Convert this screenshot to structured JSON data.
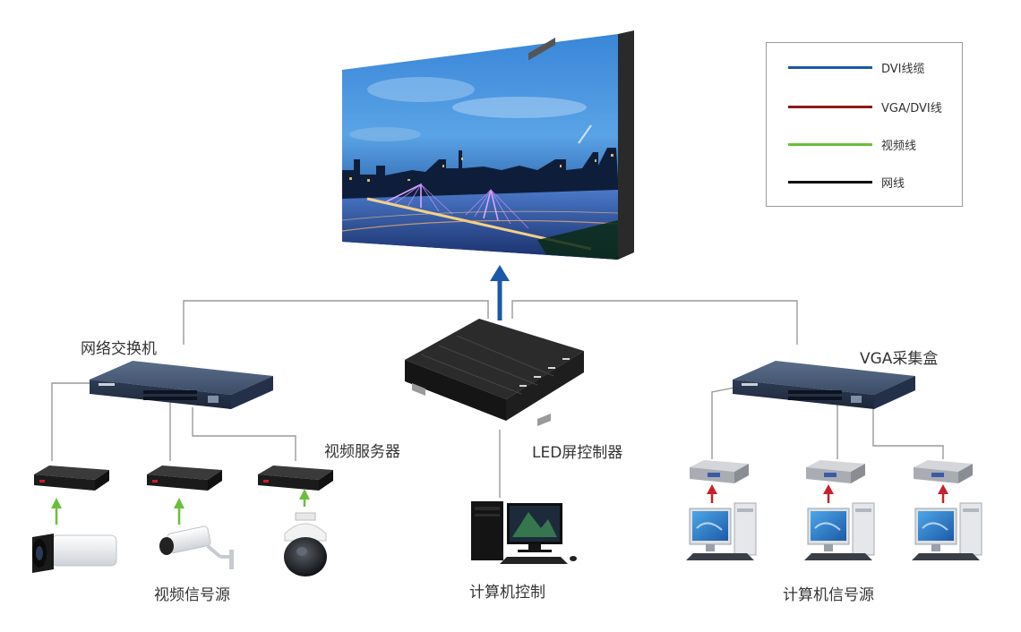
{
  "legend": {
    "items": [
      {
        "label": "DVI线缆",
        "color": "#1b58a8"
      },
      {
        "label": "VGA/DVI线",
        "color": "#8b1a1a"
      },
      {
        "label": "视频线",
        "color": "#6abf3a"
      },
      {
        "label": "网线",
        "color": "#111111"
      }
    ]
  },
  "labels": {
    "network_switch": "网络交换机",
    "video_server": "视频服务器",
    "led_controller": "LED屏控制器",
    "vga_box": "VGA采集盒",
    "video_source": "视频信号源",
    "computer_control": "计算机控制",
    "computer_source": "计算机信号源"
  },
  "colors": {
    "dvi_arrow": "#1b58a8",
    "video_arrow": "#6abf3a",
    "vga_arrow": "#c8202a",
    "network_line": "#9a9a9a"
  }
}
